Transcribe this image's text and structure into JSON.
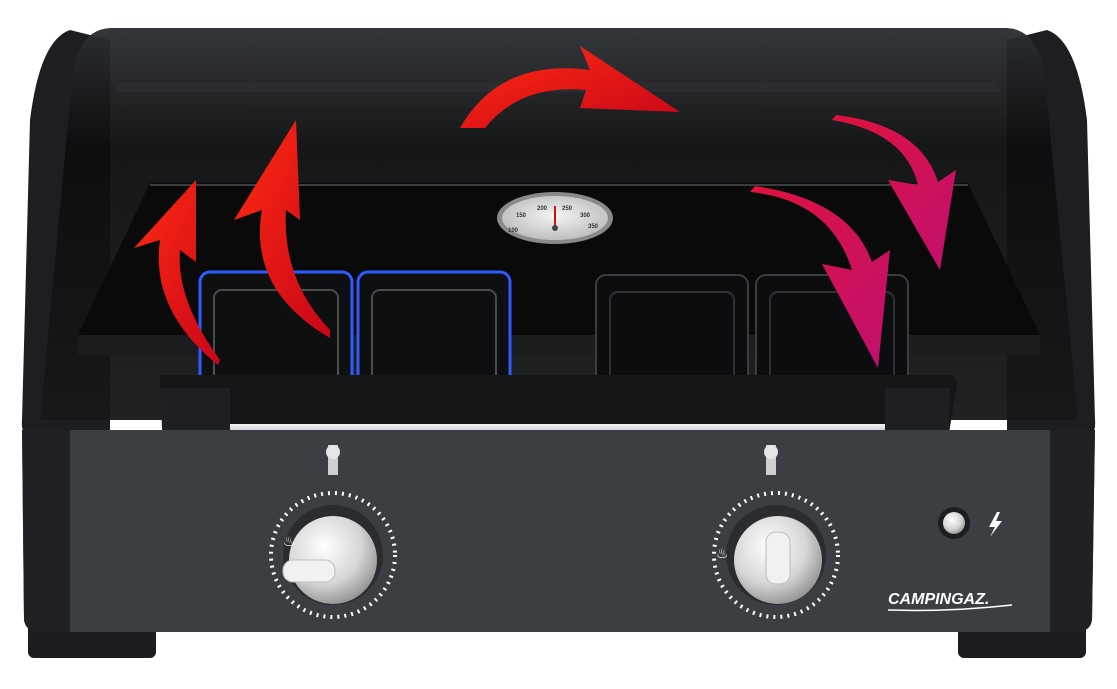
{
  "product": {
    "brand": "CAMPINGAZ",
    "brand_mark": "."
  },
  "thermometer": {
    "scale_labels": [
      "100",
      "150",
      "200",
      "250",
      "300",
      "350"
    ],
    "needle_reading": 200
  },
  "controls": {
    "knob_count": 2,
    "ignition_icon": "lightning-bolt-icon"
  },
  "colors": {
    "body": "#3a3d42",
    "body_dark": "#25272b",
    "lid_glass": "#111214",
    "arrow_red": "#e8121a",
    "arrow_magenta": "#d4135e",
    "flame_blue": "#2d5bff",
    "chrome": "#d9d9d9"
  },
  "heat_flow_arrows": 5
}
